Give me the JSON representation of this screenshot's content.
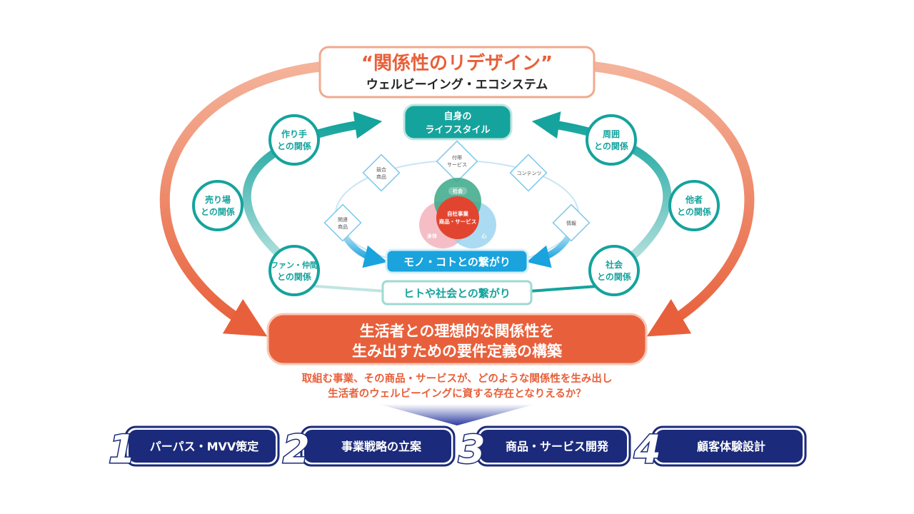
{
  "header": {
    "title": "“関係性のリデザイン”",
    "subtitle": "ウェルビーイング・エコシステム"
  },
  "center_top": {
    "line1": "自身の",
    "line2": "ライフスタイル"
  },
  "left_circles": [
    {
      "line1": "作り手",
      "line2": "との関係"
    },
    {
      "line1": "売り場",
      "line2": "との関係"
    },
    {
      "line1": "ファン・仲間",
      "line2": "との関係"
    }
  ],
  "right_circles": [
    {
      "line1": "周囲",
      "line2": "との関係"
    },
    {
      "line1": "他者",
      "line2": "との関係"
    },
    {
      "line1": "社会",
      "line2": "との関係"
    }
  ],
  "diamonds": [
    {
      "line1": "競合",
      "line2": "商品"
    },
    {
      "line1": "付帯",
      "line2": "サービス"
    },
    {
      "line1": "コンテンツ",
      "line2": ""
    },
    {
      "line1": "関連",
      "line2": "商品"
    },
    {
      "line1": "情報",
      "line2": ""
    }
  ],
  "venn": {
    "top": "社会",
    "left": "身体",
    "right": "心",
    "center_line1": "自社事業",
    "center_line2": "商品・サービス"
  },
  "blue_label": "モノ・コトとの繋がり",
  "teal_label": "ヒトや社会との繋がり",
  "goal": {
    "line1": "生活者との理想的な関係性を",
    "line2": "生み出すための要件定義の構築"
  },
  "question": {
    "line1": "取組む事業、その商品・サービスが、どのような関係性を生み出し",
    "line2": "生活者のウェルビーイングに資する存在となりえるか？"
  },
  "steps": [
    {
      "number": "1",
      "label": "パーパス・MVV策定"
    },
    {
      "number": "2",
      "label": "事業戦略の立案"
    },
    {
      "number": "3",
      "label": "商品・サービス開発"
    },
    {
      "number": "4",
      "label": "顧客体験設計"
    }
  ],
  "colors": {
    "orange": "#e8603b",
    "teal": "#15a39d",
    "blue": "#1aa3dd",
    "navy": "#1b2a7a",
    "red": "#e2452f",
    "pink": "#f2a8b3"
  }
}
